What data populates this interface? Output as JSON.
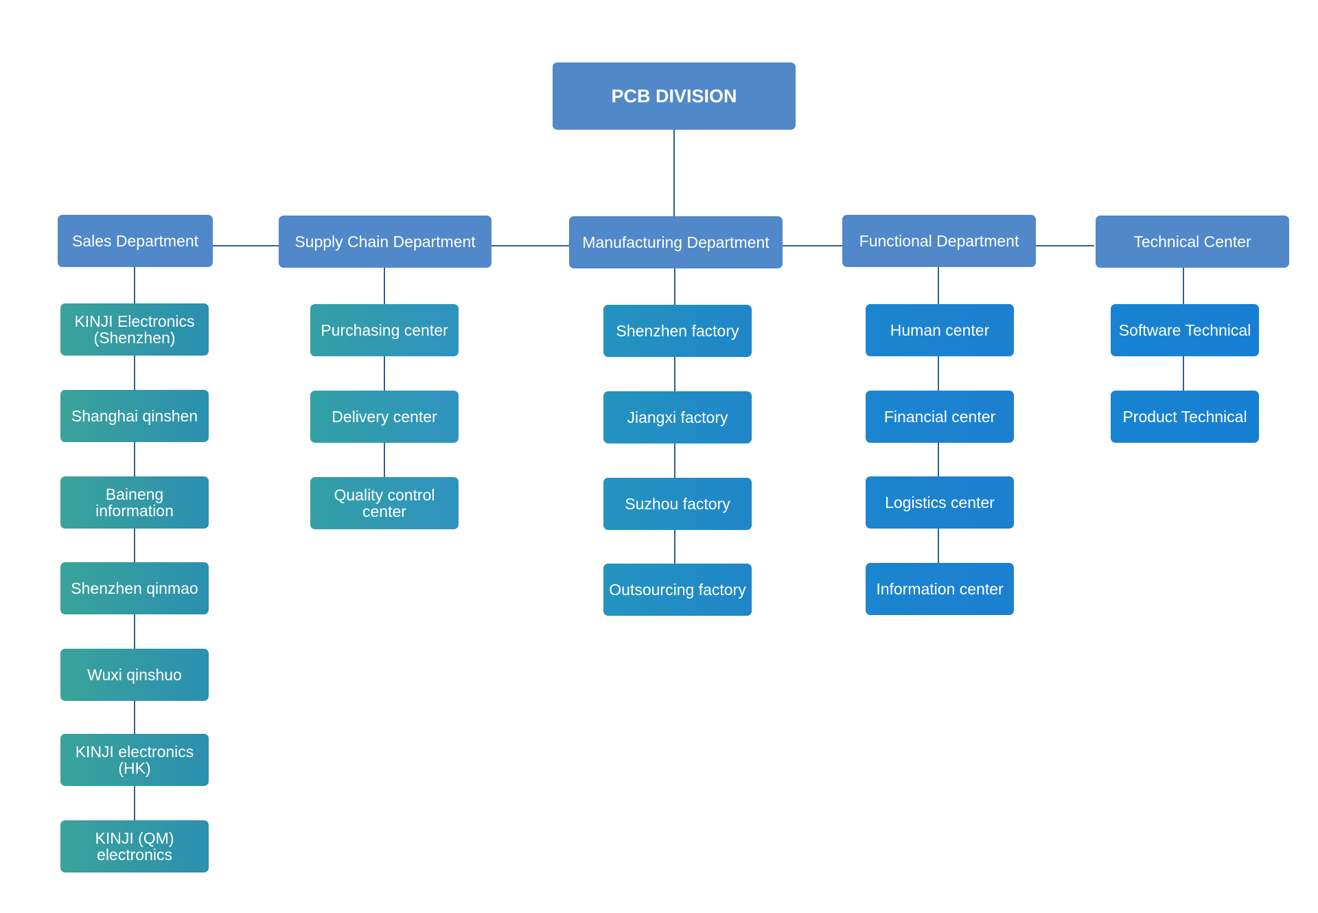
{
  "colors": {
    "root": "#5088c9",
    "department": "#5088c9",
    "connector": "#2f5f8f",
    "sales_children": [
      "#3aa39a",
      "#2b8fb0"
    ],
    "supply_children": [
      "#33a0a5",
      "#2f92c0"
    ],
    "manufacturing_children": [
      "#2493bf",
      "#1f86c9"
    ],
    "functional_children": [
      "#1b85cf",
      "#1c7fd0"
    ],
    "technical_children": [
      "#1883d2",
      "#177fd3"
    ]
  },
  "root": {
    "label": "PCB DIVISION"
  },
  "departments": [
    {
      "label": "Sales Department",
      "children": [
        "KINJI Electronics\n(Shenzhen)",
        "Shanghai qinshen",
        "Baineng information",
        "Shenzhen qinmao",
        "Wuxi qinshuo",
        "KINJI electronics\n(HK)",
        "KINJI (QM)\nelectronics"
      ]
    },
    {
      "label": "Supply Chain Department",
      "children": [
        "Purchasing center",
        "Delivery center",
        "Quality control\ncenter"
      ]
    },
    {
      "label": "Manufacturing Department",
      "children": [
        "Shenzhen factory",
        "Jiangxi factory",
        "Suzhou factory",
        "Outsourcing factory"
      ]
    },
    {
      "label": "Functional Department",
      "children": [
        "Human center",
        "Financial center",
        "Logistics center",
        "Information center"
      ]
    },
    {
      "label": "Technical Center",
      "children": [
        "Software Technical",
        "Product Technical"
      ]
    }
  ]
}
